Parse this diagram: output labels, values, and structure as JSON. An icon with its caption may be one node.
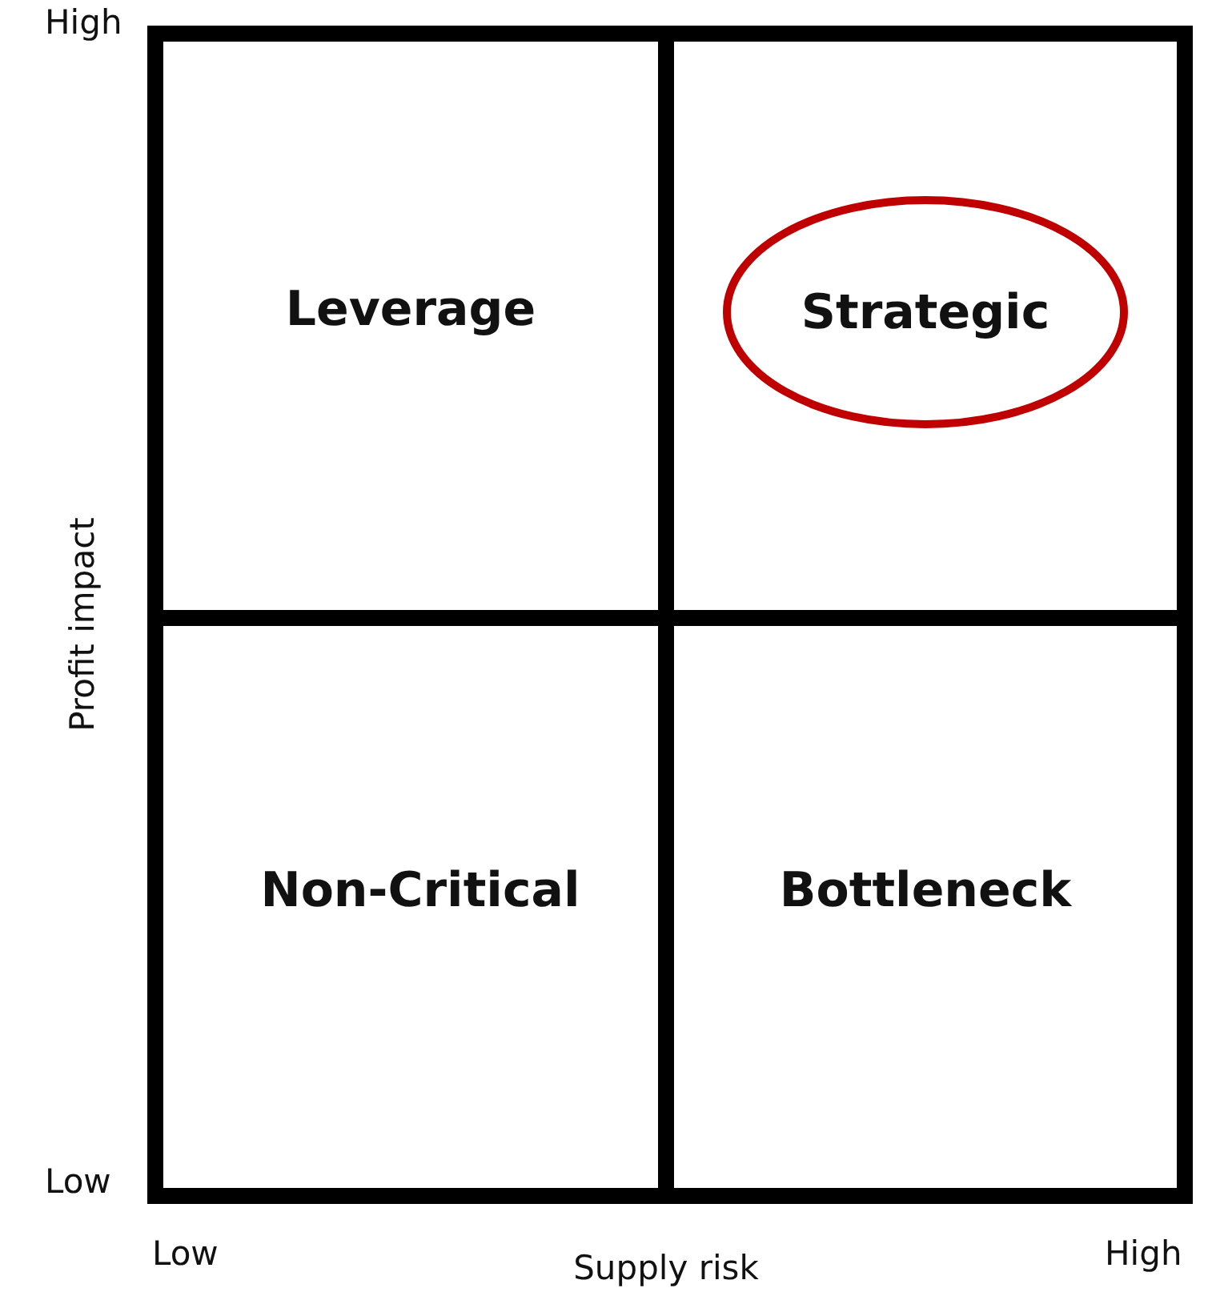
{
  "diagram": {
    "nodes": [
      {
        "text": [
          "Leverage"
        ]
      },
      {
        "text": [],
        "shape": "box"
      },
      {
        "text": [
          "Strategic"
        ],
        "in": 1
      },
      {
        "text": [
          "Non-Critical"
        ]
      },
      {
        "text": [
          "Bottleneck"
        ]
      }
    ],
    "labels": [
      "High",
      "Profit impact",
      "Low",
      "Low",
      "Supply risk",
      "High"
    ]
  }
}
